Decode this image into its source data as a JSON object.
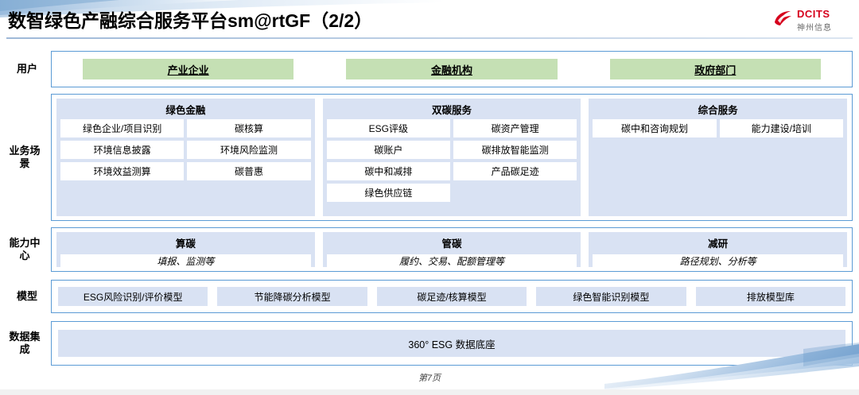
{
  "header": {
    "title": "数智绿色产融综合服务平台sm@rtGF（2/2）",
    "logo_en": "DCITS",
    "logo_cn": "神州信息",
    "brand_color": "#d6001c"
  },
  "colors": {
    "user_green": "#c5e0b4",
    "panel_blue": "#d9e2f3",
    "border_blue": "#5b9bd5"
  },
  "rows": {
    "users": {
      "label": "用户",
      "items": [
        {
          "label": "产业企业"
        },
        {
          "label": "金融机构"
        },
        {
          "label": "政府部门"
        }
      ]
    },
    "scenarios": {
      "label": "业务场景",
      "panels": [
        {
          "title": "绿色金融",
          "chips": [
            "绿色企业/项目识别",
            "碳核算",
            "环境信息披露",
            "环境风险监测",
            "环境效益测算",
            "碳普惠"
          ]
        },
        {
          "title": "双碳服务",
          "chips": [
            "ESG评级",
            "碳资产管理",
            "碳账户",
            "碳排放智能监测",
            "碳中和减排",
            "产品碳足迹",
            "绿色供应链"
          ]
        },
        {
          "title": "综合服务",
          "chips": [
            "碳中和咨询规划",
            "能力建设/培训"
          ]
        }
      ]
    },
    "capability": {
      "label": "能力中心",
      "panels": [
        {
          "title": "算碳",
          "detail": "填报、监测等"
        },
        {
          "title": "管碳",
          "detail": "履约、交易、配额管理等"
        },
        {
          "title": "减研",
          "detail": "路径规划、分析等"
        }
      ]
    },
    "models": {
      "label": "模型",
      "items": [
        "ESG风险识别/评价模型",
        "节能降碳分析模型",
        "碳足迹/核算模型",
        "绿色智能识别模型",
        "排放模型库"
      ]
    },
    "data": {
      "label": "数据集成",
      "bar": "360° ESG 数据底座"
    }
  },
  "footer": {
    "page": "第7页"
  }
}
